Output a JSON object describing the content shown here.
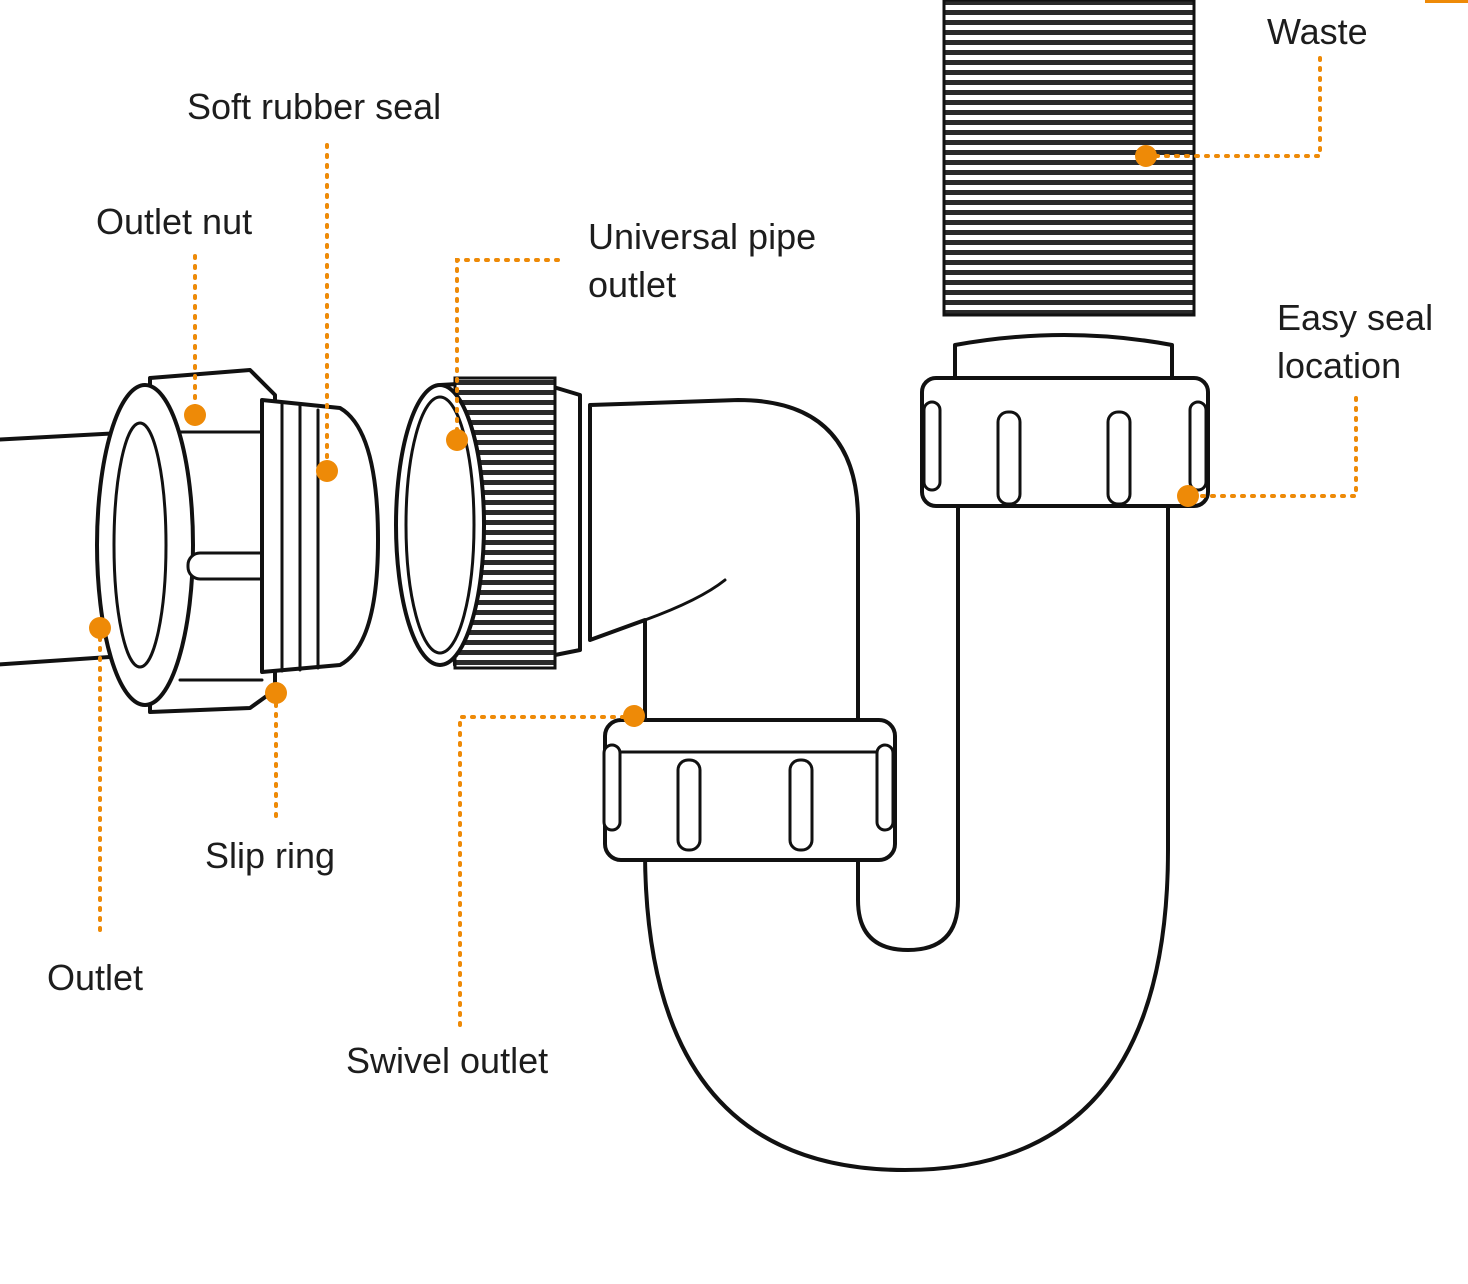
{
  "accent_color": "#EE8A07",
  "labels": {
    "waste": "Waste",
    "soft_rubber_seal": "Soft rubber seal",
    "outlet_nut": "Outlet nut",
    "universal_pipe_outlet_l1": "Universal pipe",
    "universal_pipe_outlet_l2": "outlet",
    "easy_seal_l1": "Easy seal",
    "easy_seal_l2": "location",
    "slip_ring": "Slip ring",
    "outlet": "Outlet",
    "swivel_outlet": "Swivel outlet"
  }
}
